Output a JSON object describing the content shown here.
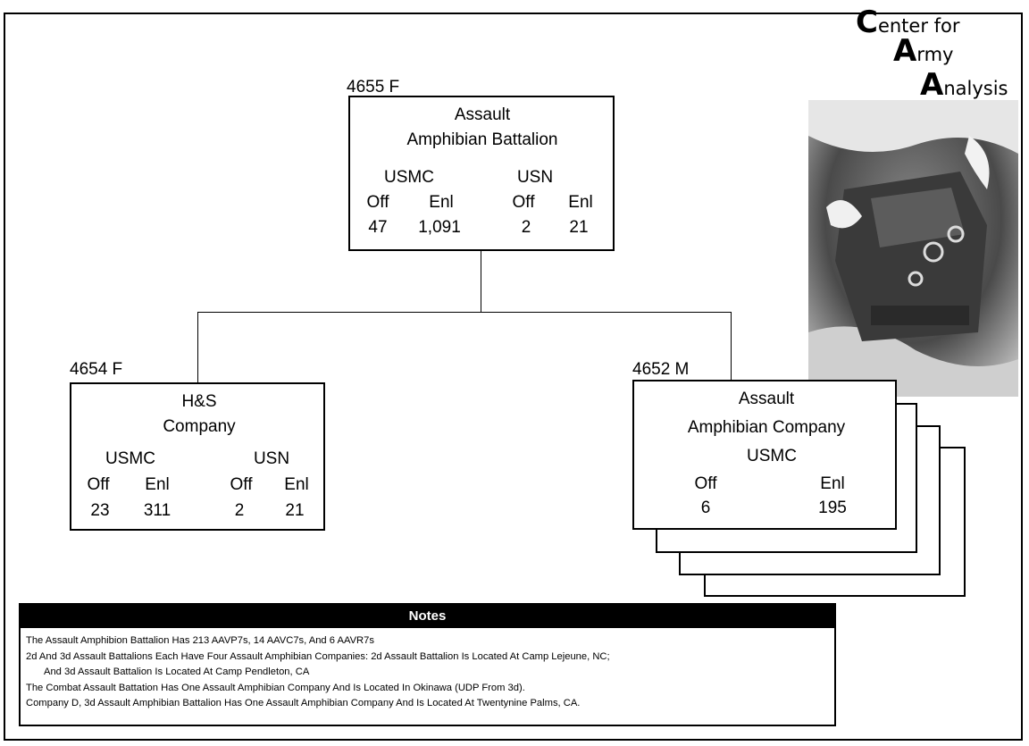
{
  "logo": {
    "line1_initial": "C",
    "line1_rest": "enter for",
    "line2_initial": "A",
    "line2_rest": "rmy",
    "line3_initial": "A",
    "line3_rest": "nalysis"
  },
  "photo": {
    "icon": "amphibious-vehicle-photo"
  },
  "battalion": {
    "code": "4655 F",
    "title_line1": "Assault",
    "title_line2": "Amphibian Battalion",
    "usmc_label": "USMC",
    "usn_label": "USN",
    "usmc_off_label": "Off",
    "usmc_enl_label": "Enl",
    "usn_off_label": "Off",
    "usn_enl_label": "Enl",
    "usmc_off": "47",
    "usmc_enl": "1,091",
    "usn_off": "2",
    "usn_enl": "21"
  },
  "hs_company": {
    "code": "4654 F",
    "title_line1": "H&S",
    "title_line2": "Company",
    "usmc_label": "USMC",
    "usn_label": "USN",
    "usmc_off_label": "Off",
    "usmc_enl_label": "Enl",
    "usn_off_label": "Off",
    "usn_enl_label": "Enl",
    "usmc_off": "23",
    "usmc_enl": "311",
    "usn_off": "2",
    "usn_enl": "21"
  },
  "aa_company": {
    "code": "4652 M",
    "title_line1": "Assault",
    "title_line2": "Amphibian Company",
    "usmc_label": "USMC",
    "off_label": "Off",
    "enl_label": "Enl",
    "off": "6",
    "enl": "195"
  },
  "notes": {
    "header": "Notes",
    "lines": [
      "The Assault Amphibion Battalion Has 213 AAVP7s, 14 AAVC7s, And 6 AAVR7s",
      "2d And 3d Assault Battalions Each Have Four Assault Amphibian Companies: 2d Assault Battalion Is Located At Camp Lejeune, NC;",
      "And 3d Assault Battalion Is Located At Camp Pendleton, CA",
      "The Combat Assault Battation Has One Assault Amphibian Company And Is Located In Okinawa (UDP From 3d).",
      "Company D, 3d Assault Amphibian Battalion Has One Assault Amphibian Company And Is Located At Twentynine Palms, CA."
    ]
  }
}
